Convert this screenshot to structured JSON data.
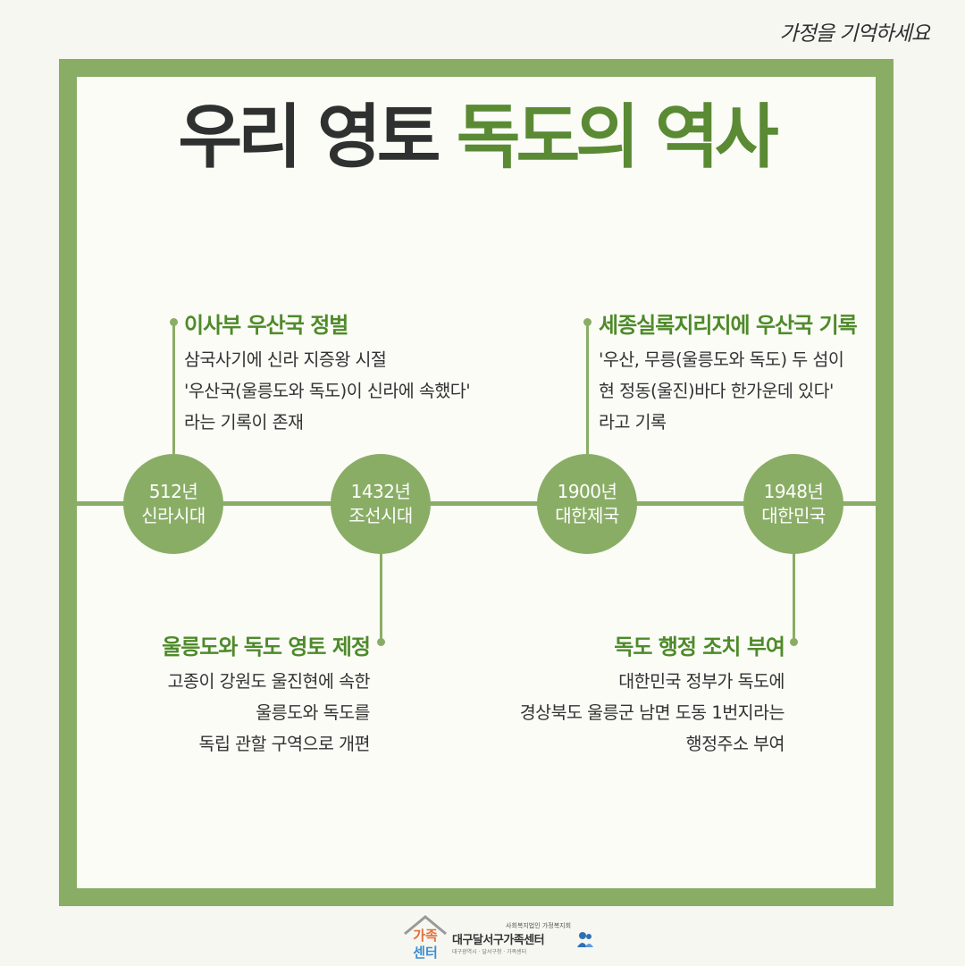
{
  "header": {
    "slogan": "가정을 기억하세요",
    "title_dark": "우리 영토",
    "title_green": "독도의 역사"
  },
  "timeline": [
    {
      "year": "512년",
      "era": "신라시대"
    },
    {
      "year": "1432년",
      "era": "조선시대"
    },
    {
      "year": "1900년",
      "era": "대한제국"
    },
    {
      "year": "1948년",
      "era": "대한민국"
    }
  ],
  "events": [
    {
      "title": "이사부 우산국 정벌",
      "lines": [
        "삼국사기에 신라 지증왕 시절",
        "'우산국(울릉도와 독도)이 신라에 속했다'",
        "라는 기록이 존재"
      ]
    },
    {
      "title": "울릉도와 독도 영토 제정",
      "lines": [
        "고종이 강원도 울진현에 속한",
        "울릉도와 독도를",
        "독립 관할 구역으로 개편"
      ]
    },
    {
      "title": "세종실록지리지에 우산국 기록",
      "lines": [
        "'우산, 무릉(울릉도와 독도) 두 섬이",
        "현 정동(울진)바다 한가운데 있다'",
        "라고 기록"
      ]
    },
    {
      "title": "독도 행정 조치 부여",
      "lines": [
        "대한민국 정부가 독도에",
        "경상북도 울릉군 남면 도동 1번지라는",
        "행정주소 부여"
      ]
    }
  ],
  "footer": {
    "logo_top": "가족",
    "logo_bottom": "센터",
    "org_sub": "사회복지법인 가정복지회",
    "org_name": "대구달서구가족센터",
    "org_tiny": "대구광역시 · 달서구청 · 가족센터"
  },
  "colors": {
    "frame": "#8aad66",
    "title_green": "#5a8a33",
    "event_title": "#4e8a2a",
    "background": "#f6f7f1"
  }
}
